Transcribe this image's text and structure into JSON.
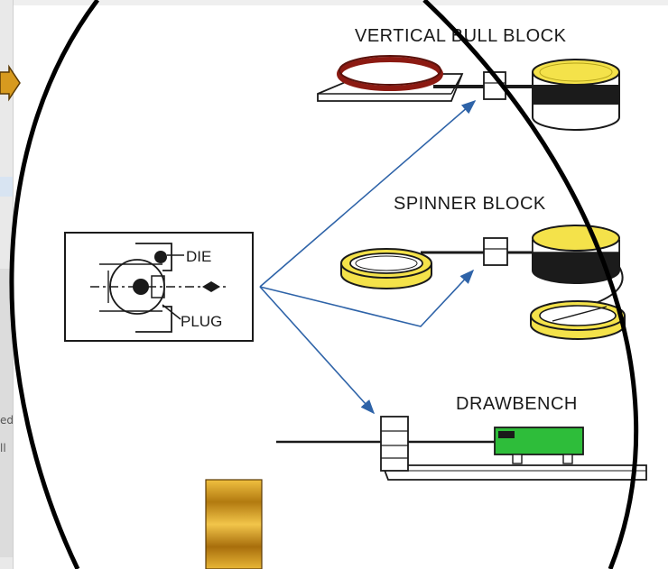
{
  "labels": {
    "vertical_bull_block": "VERTICAL BULL BLOCK",
    "spinner_block": "SPINNER BLOCK",
    "drawbench": "DRAWBENCH",
    "die": "DIE",
    "plug": "PLUG"
  },
  "background_clipped_text": {
    "line1": "ed",
    "line2": "ll"
  },
  "colors": {
    "arrow_blue": "#2e63a8",
    "block_yellow": "#f4e24a",
    "block_dark": "#1b1b1b",
    "coil_red": "#8c1a12",
    "bench_green": "#2ebd3a",
    "gold_bar": "#d9a21f"
  }
}
